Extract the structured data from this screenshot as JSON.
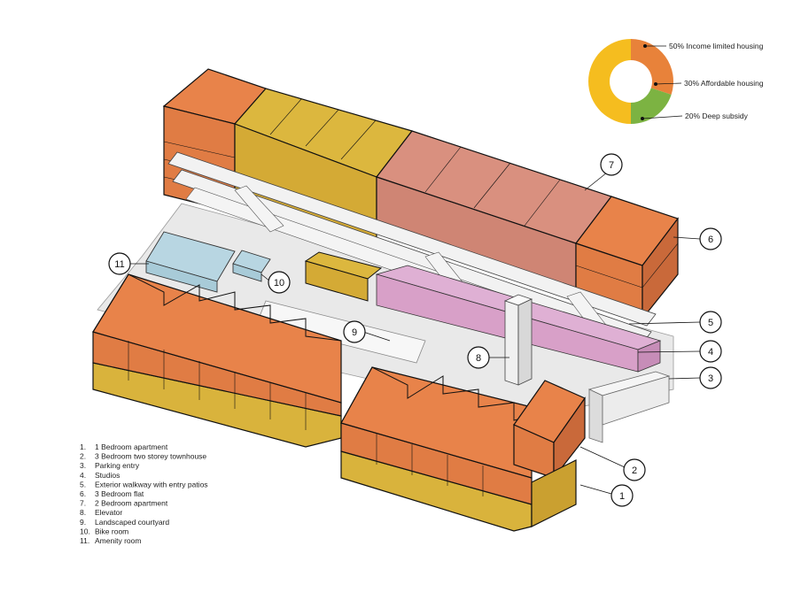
{
  "donut": {
    "segments": [
      {
        "label": "50% Income limited housing",
        "percent": 50,
        "color": "#f5bd1f"
      },
      {
        "label": "30% Affordable housing",
        "percent": 30,
        "color": "#e8823a"
      },
      {
        "label": "20% Deep subsidy",
        "percent": 20,
        "color": "#7cb342"
      }
    ]
  },
  "legend": [
    {
      "num": "1.",
      "text": "1 Bedroom apartment"
    },
    {
      "num": "2.",
      "text": "3 Bedroom two storey townhouse"
    },
    {
      "num": "3.",
      "text": "Parking entry"
    },
    {
      "num": "4.",
      "text": "Studios"
    },
    {
      "num": "5.",
      "text": "Exterior walkway with entry patios"
    },
    {
      "num": "6.",
      "text": "3 Bedroom flat"
    },
    {
      "num": "7.",
      "text": "2 Bedroom apartment"
    },
    {
      "num": "8.",
      "text": "Elevator"
    },
    {
      "num": "9.",
      "text": "Landscaped courtyard"
    },
    {
      "num": "10.",
      "text": "Bike room"
    },
    {
      "num": "11.",
      "text": "Amenity room"
    }
  ],
  "callouts": {
    "c1": "1",
    "c2": "2",
    "c3": "3",
    "c4": "4",
    "c5": "5",
    "c6": "6",
    "c7": "7",
    "c8": "8",
    "c9": "9",
    "c10": "10",
    "c11": "11"
  },
  "colors": {
    "orange": "#e8834a",
    "yellow": "#d9b33c",
    "pink": "#d9907f",
    "lilac": "#d8a0c8",
    "blue": "#a8cbd8",
    "walkway": "#ededed",
    "outline": "#111111"
  }
}
